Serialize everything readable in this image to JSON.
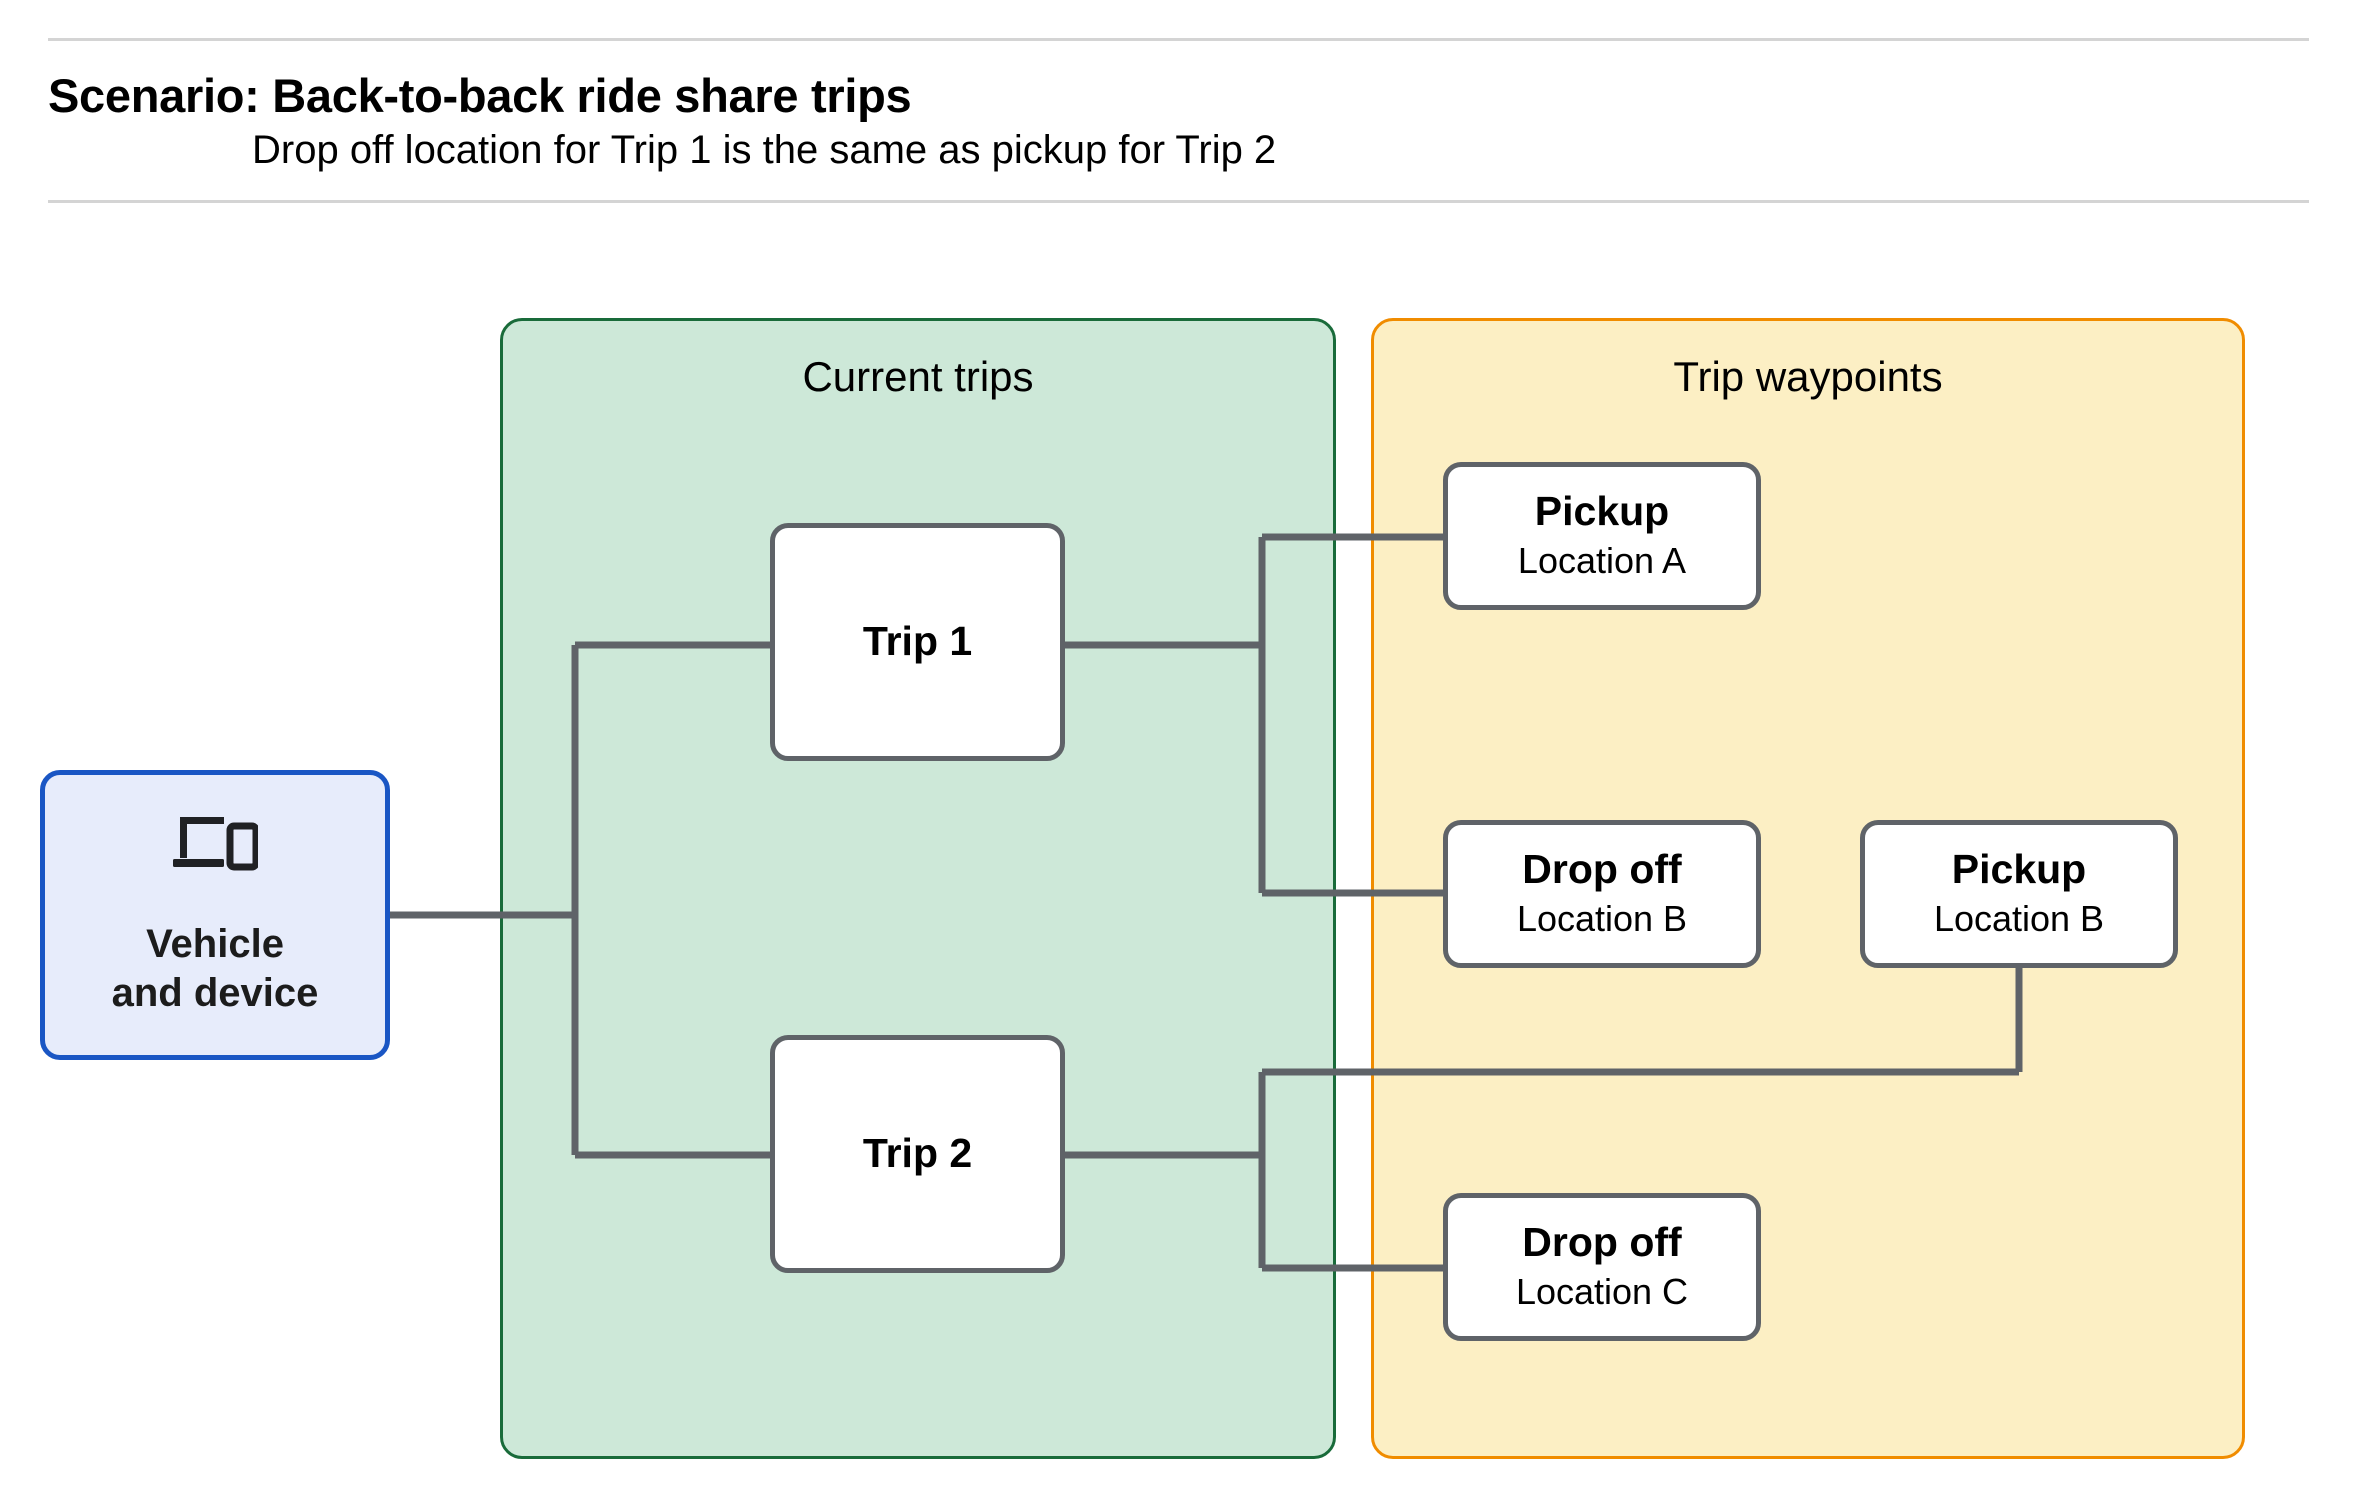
{
  "header": {
    "title": "Scenario: Back-to-back ride share trips",
    "subtitle": "Drop off  location for Trip 1 is the same as pickup for Trip 2"
  },
  "groups": {
    "current_trips": {
      "title": "Current trips",
      "fill": "#cde8d8",
      "border": "#196b3a"
    },
    "trip_waypoints": {
      "title": "Trip waypoints",
      "fill": "#fcefc4",
      "border": "#f08c00"
    }
  },
  "vehicle": {
    "icon": "laptop-and-phone-icon",
    "line1": "Vehicle",
    "line2": "and device",
    "fill": "#e7ecfb",
    "border": "#1a56c4"
  },
  "trips": [
    {
      "label": "Trip 1"
    },
    {
      "label": "Trip 2"
    }
  ],
  "waypoints": [
    {
      "title": "Pickup",
      "location": "Location A"
    },
    {
      "title": "Drop off",
      "location": "Location B"
    },
    {
      "title": "Pickup",
      "location": "Location B"
    },
    {
      "title": "Drop off",
      "location": "Location C"
    }
  ],
  "connector_color": "#5f6368"
}
